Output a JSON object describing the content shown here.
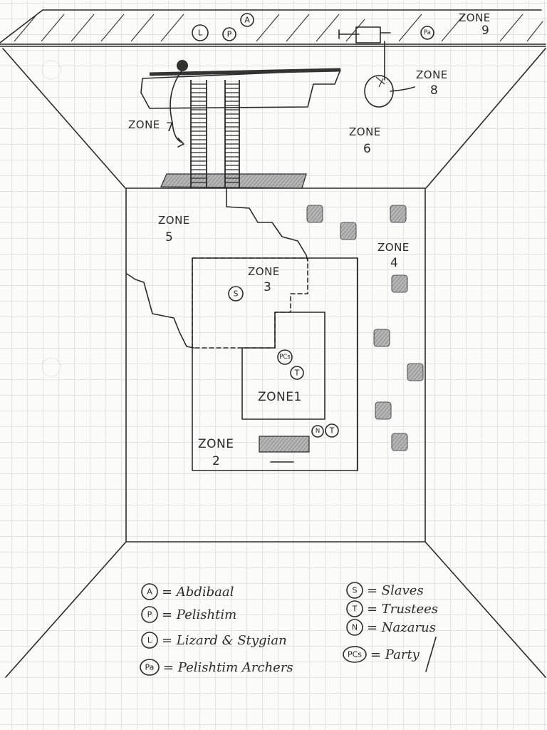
{
  "zones": {
    "z1": "ZONE1",
    "z2_word": "ZONE",
    "z2_num": "2",
    "z3_word": "ZONE",
    "z3_num": "3",
    "z4_word": "ZONE",
    "z4_num": "4",
    "z5_word": "ZONE",
    "z5_num": "5",
    "z6_word": "ZONE",
    "z6_num": "6",
    "z7_word": "ZONE",
    "z7_num": "7",
    "z8_word": "ZONE",
    "z8_num": "8",
    "z9_word": "ZONE",
    "z9_num": "9"
  },
  "tokens": {
    "lizard": "L",
    "pelishtim": "P",
    "abdibaal": "A",
    "archers": "Pa",
    "slaves": "S",
    "party": "PCs",
    "trustees": "T",
    "nazarus": "N"
  },
  "legend": [
    {
      "symbol": "A",
      "label": "= Abdibaal"
    },
    {
      "symbol": "P",
      "label": "= Pelishtim"
    },
    {
      "symbol": "L",
      "label": "= Lizard & Stygian"
    },
    {
      "symbol": "Pa",
      "label": "= Pelishtim Archers"
    },
    {
      "symbol": "S",
      "label": "= Slaves"
    },
    {
      "symbol": "T",
      "label": "= Trustees"
    },
    {
      "symbol": "N",
      "label": "= Nazarus"
    },
    {
      "symbol": "PCs",
      "label": "= Party"
    }
  ],
  "colors": {
    "paper": "#fbfbfa",
    "grid": "#c9ccd0",
    "ink": "#2a2a2a",
    "shade": "#9a9a9a"
  }
}
